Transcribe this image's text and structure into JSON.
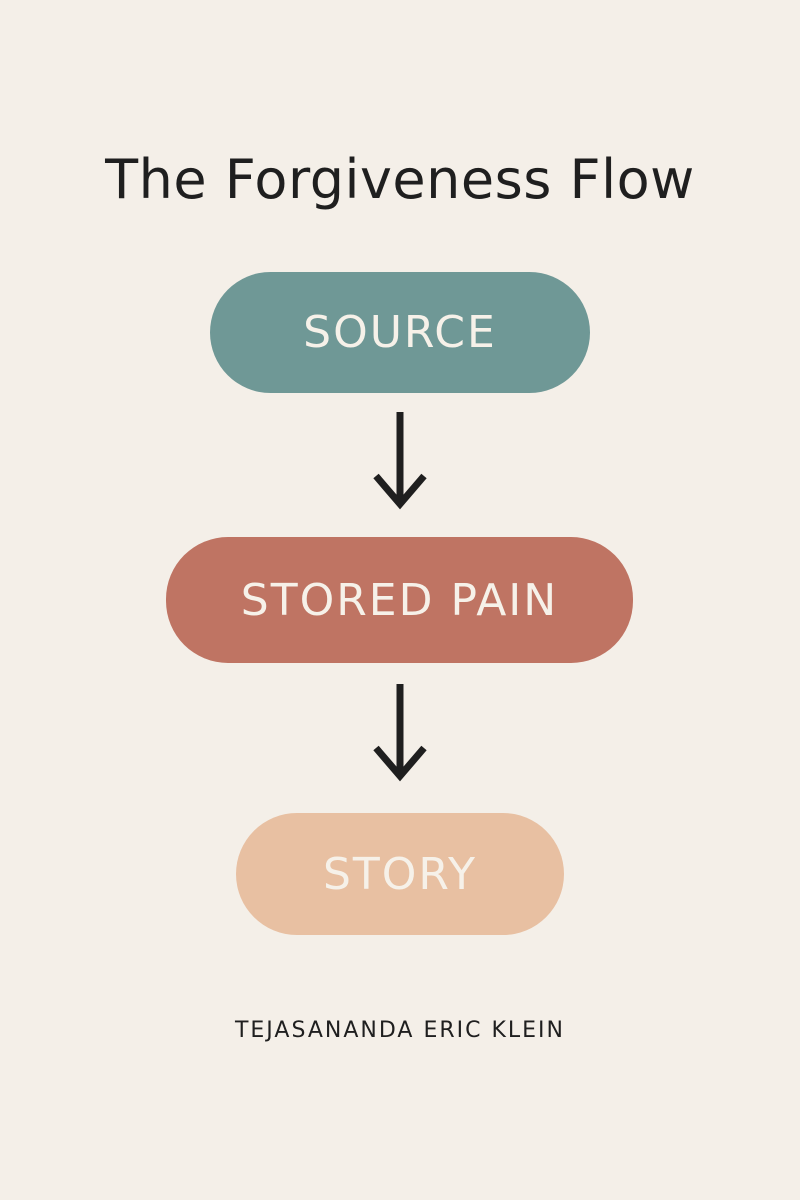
{
  "title": "The Forgiveness Flow",
  "steps": [
    {
      "label": "SOURCE",
      "color": "#6f9896"
    },
    {
      "label": "STORED PAIN",
      "color": "#bf7463"
    },
    {
      "label": "STORY",
      "color": "#e8c0a2"
    }
  ],
  "author": "TEJASANANDA ERIC KLEIN",
  "colors": {
    "background": "#f4efe8",
    "text": "#1f1f1f",
    "pill_text": "#f6f1e9"
  }
}
